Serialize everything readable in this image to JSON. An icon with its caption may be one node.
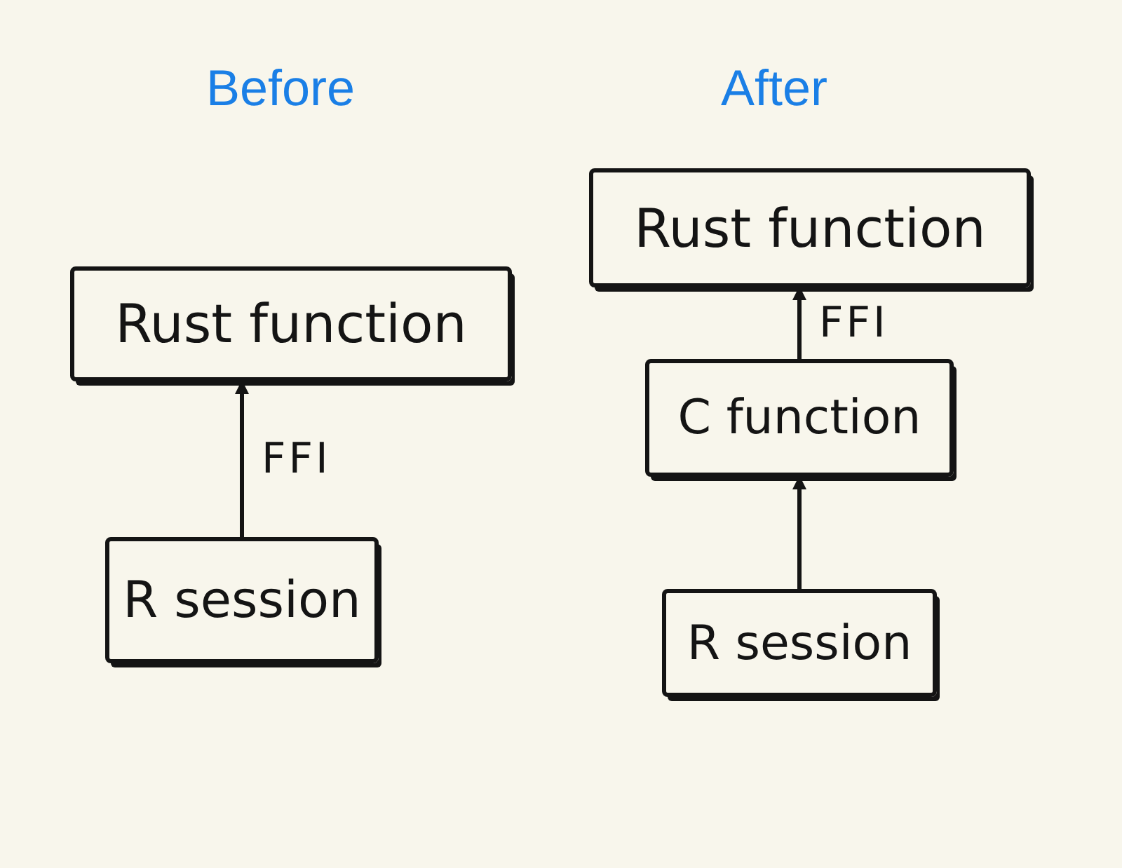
{
  "diagram": {
    "nodes": [
      {
        "text": [
          "Rust function"
        ]
      },
      {
        "text": [
          "R session"
        ]
      },
      {
        "text": [
          "Rust function"
        ]
      },
      {
        "text": [
          "C function"
        ]
      },
      {
        "text": [
          "R session"
        ]
      }
    ],
    "edges": [
      {
        "from": 1,
        "to": 0,
        "arrow": "to",
        "label": "FFI"
      },
      {
        "from": 3,
        "to": 2,
        "arrow": "to",
        "label": "FFI"
      },
      {
        "from": 4,
        "to": 3,
        "arrow": "to"
      }
    ],
    "labels": [
      "Before",
      "After"
    ]
  }
}
